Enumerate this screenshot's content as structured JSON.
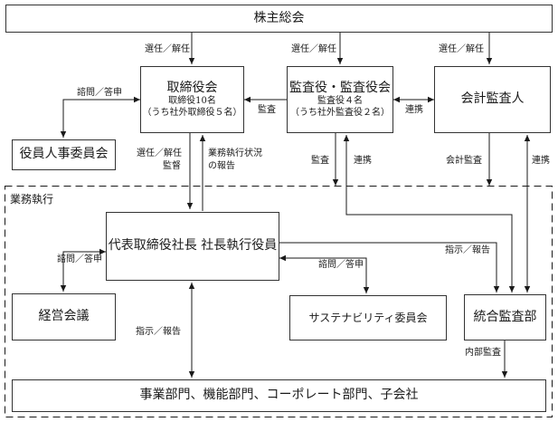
{
  "nodes": {
    "shareholders_meeting": "株主総会",
    "board": {
      "title": "取締役会",
      "line1": "取締役10名",
      "line2": "（うち社外取締役５名）"
    },
    "audit_board": {
      "title": "監査役・監査役会",
      "line1": "監査役４名",
      "line2": "（うち社外監査役２名）"
    },
    "accounting_auditor": "会計監査人",
    "personnel_committee": "役員人事委員会",
    "ceo": "代表取締役社長 社長執行役員",
    "management_council": "経営会議",
    "sustainability_committee": "サステナビリティ委員会",
    "internal_audit_dept": "統合監査部",
    "business_units": "事業部門、機能部門、コーポレート部門、子会社"
  },
  "section": {
    "execution": "業務執行"
  },
  "labels": {
    "appoint_board": "選任／解任",
    "appoint_audit": "選任／解任",
    "appoint_accounting": "選任／解任",
    "consult_personnel": "諮問／答申",
    "audit_board_to_board": "監査",
    "coop_audit_accounting": "連携",
    "appoint_supervise_1": "選任／解任",
    "appoint_supervise_2": "監督",
    "report_exec_1": "業務執行状況",
    "report_exec_2": "の報告",
    "audit_exec": "監査",
    "coop_audit_internal": "連携",
    "accounting_audit": "会計監査",
    "coop_accounting_internal": "連携",
    "instruct_report_internal": "指示／報告",
    "consult_council": "諮問／答申",
    "consult_sustainability": "諮問／答申",
    "instruct_report_business": "指示／報告",
    "internal_audit": "内部監査"
  }
}
